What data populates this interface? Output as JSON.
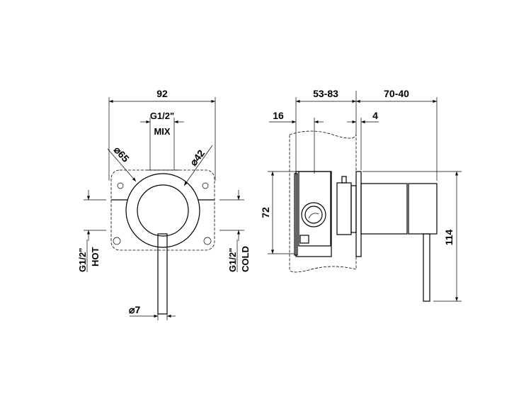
{
  "front_view": {
    "width": "92",
    "outlet_size": "G1/2\"",
    "outlet_label": "MIX",
    "outer_diameter": "65",
    "inner_diameter": "42",
    "lever_diameter": "7",
    "diameter_symbol": "⌀",
    "hot_size": "G1/2\"",
    "hot_label": "HOT",
    "cold_size": "G1/2\"",
    "cold_label": "COLD"
  },
  "side_view": {
    "depth_range": "53-83",
    "projection_range": "70-40",
    "offset_16": "16",
    "offset_4": "4",
    "body_height": "72",
    "total_height": "114"
  }
}
